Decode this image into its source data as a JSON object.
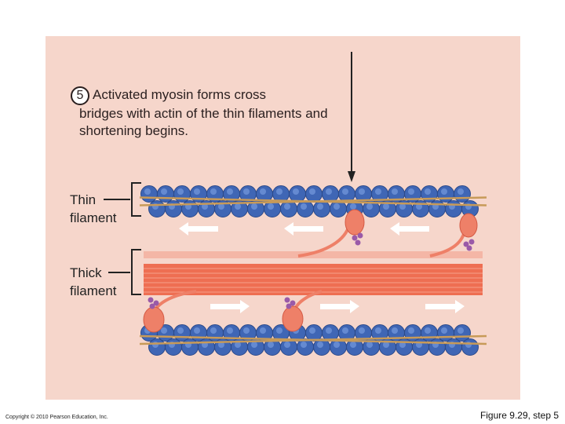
{
  "step": {
    "number": "5",
    "line1": "Activated myosin forms cross",
    "rest": "bridges with actin of the thin filaments and shortening begins."
  },
  "labels": {
    "thin": "Thin filament",
    "thick": "Thick filament"
  },
  "footer": {
    "copyright": "Copyright © 2010 Pearson Education, Inc.",
    "caption": "Figure 9.29, step 5"
  },
  "colors": {
    "panel": "#f6d6cb",
    "actin_bead": "#3f66b5",
    "tropomyosin": "#c79a58",
    "thick_filament": "#ee6e52",
    "myosin_head": "#ee8068",
    "phosphate": "#9a5aa8",
    "arrow": "#ffffff"
  },
  "icons": [
    "down-arrow-icon",
    "left-arrow-icon",
    "right-arrow-icon"
  ]
}
